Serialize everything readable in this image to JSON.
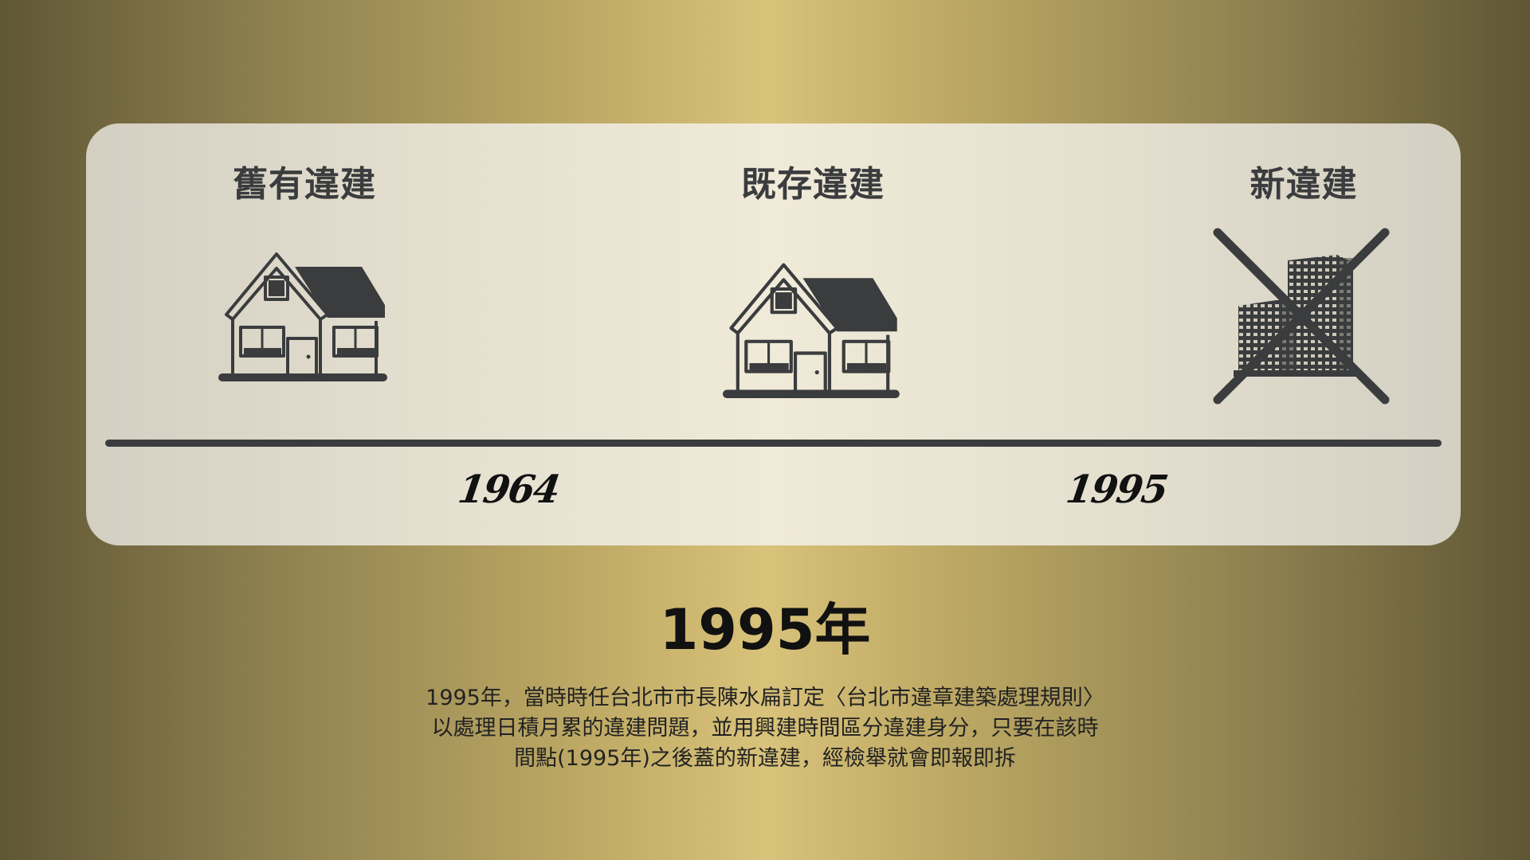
{
  "timeline": {
    "eras": [
      {
        "label": "舊有違建",
        "icon": "house-icon"
      },
      {
        "label": "既存違建",
        "icon": "house-icon"
      },
      {
        "label": "新違建",
        "icon": "crossed-out-buildings-icon"
      }
    ],
    "years": [
      "1964",
      "1995"
    ]
  },
  "heading": "1995年",
  "description": {
    "lines": [
      "1995年，當時時任台北市市長陳水扁訂定〈台北市違章建築處理規則〉",
      "以處理日積月累的違建問題，並用興建時間區分違建身分，只要在該時",
      "間點(1995年)之後蓋的新違建，經檢舉就會即報即拆"
    ]
  },
  "colors": {
    "icon": "#3a3c3e",
    "panel": "#ece6d4",
    "background_center": "#d9c27a",
    "background_edge": "#5f5634"
  }
}
